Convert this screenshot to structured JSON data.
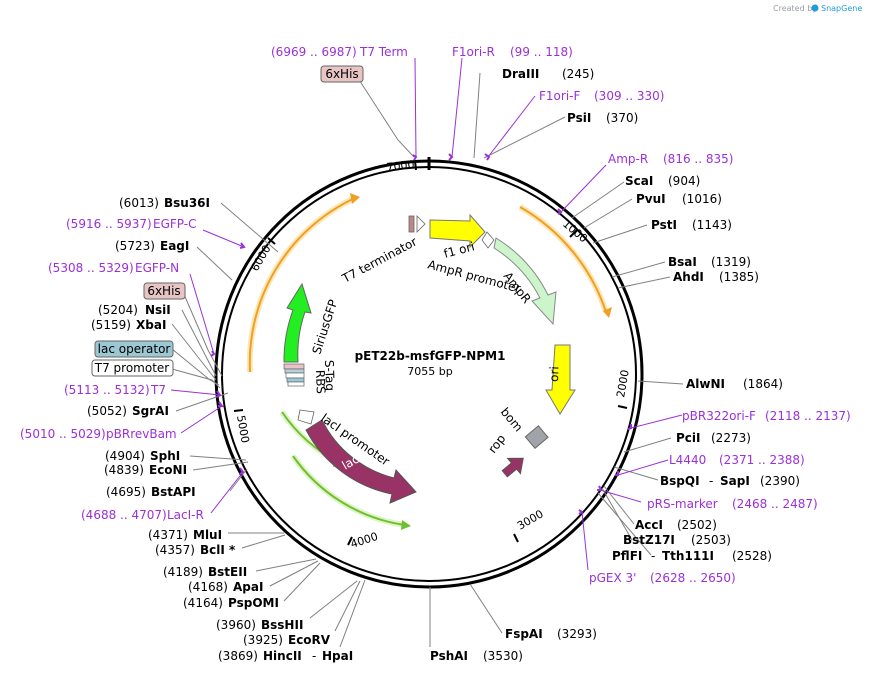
{
  "credit": {
    "prefix": "Created by",
    "brand": "SnapGene"
  },
  "plasmid": {
    "name": "pET22b-msfGFP-NPM1",
    "length": "7055 bp"
  },
  "ticks": [
    "1000",
    "2000",
    "3000",
    "4000",
    "5000",
    "6000",
    "7000"
  ],
  "enzymes": [
    {
      "name": "DraIII",
      "pos": "(245)"
    },
    {
      "name": "PsiI",
      "pos": "(370)"
    },
    {
      "name": "ScaI",
      "pos": "(904)"
    },
    {
      "name": "PvuI",
      "pos": "(1016)"
    },
    {
      "name": "PstI",
      "pos": "(1143)"
    },
    {
      "name": "BsaI",
      "pos": "(1319)"
    },
    {
      "name": "AhdI",
      "pos": "(1385)"
    },
    {
      "name": "AlwNI",
      "pos": "(1864)"
    },
    {
      "name": "PciI",
      "pos": "(2273)"
    },
    {
      "name": "BspQI",
      "sep": "-",
      "name2": "SapI",
      "pos": "(2390)"
    },
    {
      "name": "AccI",
      "pos": "(2502)"
    },
    {
      "name": "BstZ17I",
      "pos": "(2503)"
    },
    {
      "name": "PflFI",
      "sep": "-",
      "name2": "Tth111I",
      "pos": "(2528)"
    },
    {
      "name": "FspAI",
      "pos": "(3293)"
    },
    {
      "name": "PshAI",
      "pos": "(3530)"
    },
    {
      "name": "HincII",
      "sep": "-",
      "name2": "HpaI",
      "pos": "(3869)"
    },
    {
      "name": "EcoRV",
      "pos": "(3925)"
    },
    {
      "name": "BssHII",
      "pos": "(3960)"
    },
    {
      "name": "PspOMI",
      "pos": "(4164)"
    },
    {
      "name": "ApaI",
      "pos": "(4168)"
    },
    {
      "name": "BstEII",
      "pos": "(4189)"
    },
    {
      "name": "BclI *",
      "pos": "(4357)"
    },
    {
      "name": "MluI",
      "pos": "(4371)"
    },
    {
      "name": "BstAPI",
      "pos": "(4695)"
    },
    {
      "name": "EcoNI",
      "pos": "(4839)"
    },
    {
      "name": "SphI",
      "pos": "(4904)"
    },
    {
      "name": "SgrAI",
      "pos": "(5052)"
    },
    {
      "name": "XbaI",
      "pos": "(5159)"
    },
    {
      "name": "NsiI",
      "pos": "(5204)"
    },
    {
      "name": "EagI",
      "pos": "(5723)"
    },
    {
      "name": "Bsu36I",
      "pos": "(6013)"
    }
  ],
  "primers": [
    {
      "name": "T7 Term",
      "range": "(6969 .. 6987)"
    },
    {
      "name": "F1ori-R",
      "range": "(99 .. 118)"
    },
    {
      "name": "F1ori-F",
      "range": "(309 .. 330)"
    },
    {
      "name": "Amp-R",
      "range": "(816 .. 835)"
    },
    {
      "name": "pBR322ori-F",
      "range": "(2118 .. 2137)"
    },
    {
      "name": "L4440",
      "range": "(2371 .. 2388)"
    },
    {
      "name": "pRS-marker",
      "range": "(2468 .. 2487)"
    },
    {
      "name": "pGEX 3'",
      "range": "(2628 .. 2650)"
    },
    {
      "name": "LacI-R",
      "range": "(4688 .. 4707)"
    },
    {
      "name": "pBRrevBam",
      "range": "(5010 .. 5029)"
    },
    {
      "name": "T7",
      "range": "(5113 .. 5132)"
    },
    {
      "name": "EGFP-N",
      "range": "(5308 .. 5329)"
    },
    {
      "name": "EGFP-C",
      "range": "(5916 .. 5937)"
    }
  ],
  "boxes": {
    "his_top": "6xHis",
    "his_left": "6xHis",
    "lac_operator": "lac operator",
    "t7_promoter": "T7 promoter"
  },
  "features": {
    "t7_terminator": "T7 terminator",
    "f1_ori": "f1 ori",
    "ampr_promoter": "AmpR promoter",
    "ampr": "AmpR",
    "ori": "ori",
    "bom": "bom",
    "rop": "rop",
    "laci_promoter": "lacI promoter",
    "laci": "lacI",
    "siriusgfp": "SiriusGFP",
    "s_tag": "S-Tag",
    "rbs": "RBS"
  },
  "colors": {
    "primer": "#9b30d9",
    "orf_orange": "#f0a020",
    "orf_green": "#6fbf30",
    "f1ori": "#ffff00",
    "ampr": "#ccf5cc",
    "ori": "#ffff00",
    "laci": "#993366",
    "siriusgfp": "#22ee22",
    "bom": "#a0a4a8",
    "lac_operator": "#9cc8d4",
    "his_tag": "#e8c4c4"
  }
}
